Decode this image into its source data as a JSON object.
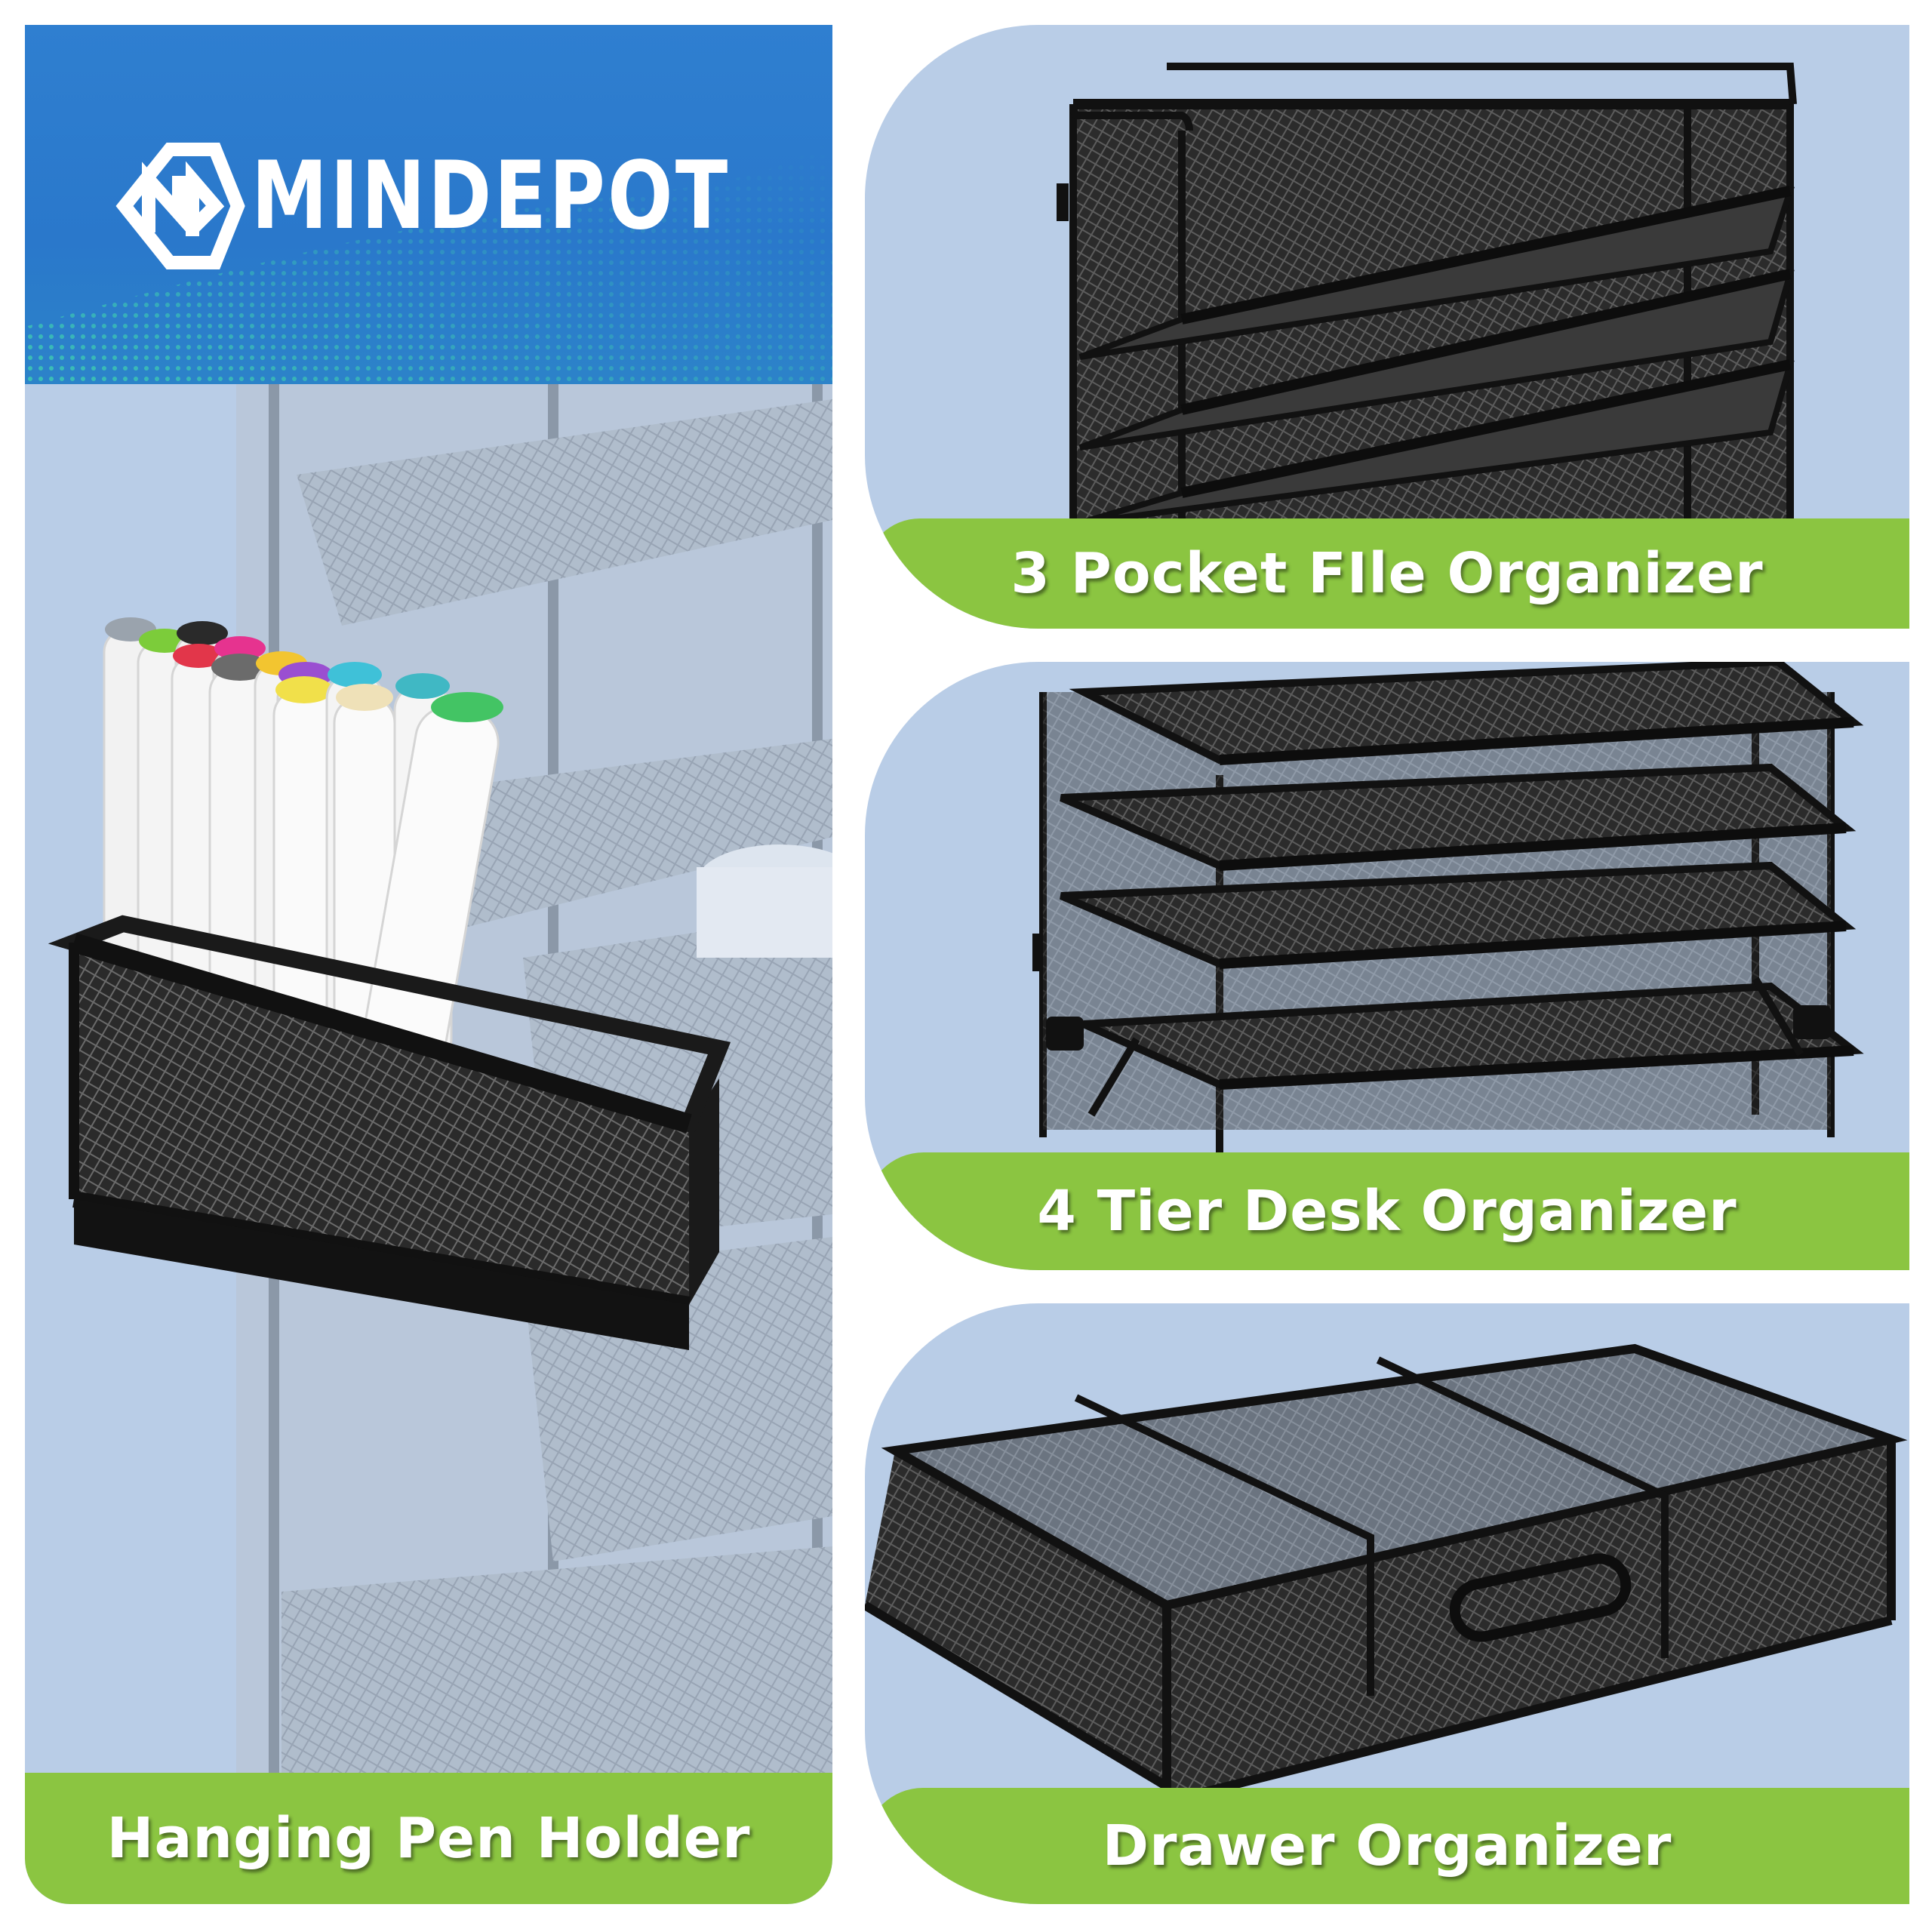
{
  "brand": {
    "name": "MINDEPOT",
    "logo_icon": "mindepot-logo-icon"
  },
  "colors": {
    "header_blue": "#2f7fd0",
    "panel_blue": "#b9cde7",
    "label_green": "#8bc541",
    "metal_black": "#1a1a1a"
  },
  "products": [
    {
      "id": "pen-holder",
      "label": "Hanging Pen Holder"
    },
    {
      "id": "file-organizer",
      "label": "3 Pocket FIle Organizer"
    },
    {
      "id": "desk-organizer",
      "label": "4 Tier Desk Organizer"
    },
    {
      "id": "drawer-organizer",
      "label": "Drawer Organizer"
    }
  ]
}
